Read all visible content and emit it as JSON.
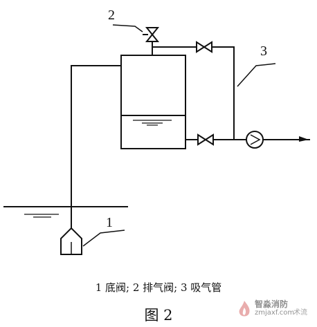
{
  "diagram": {
    "labels": {
      "bottom_valve_number": "1",
      "vent_valve_number": "2",
      "suction_pipe_number": "3"
    }
  },
  "caption": {
    "legend": "1 底阀; 2 排气阀; 3 吸气管",
    "figure_title": "图 2"
  },
  "watermark": {
    "name": "智淼消防",
    "url": "zmjaxf.com",
    "extra": "术流"
  }
}
